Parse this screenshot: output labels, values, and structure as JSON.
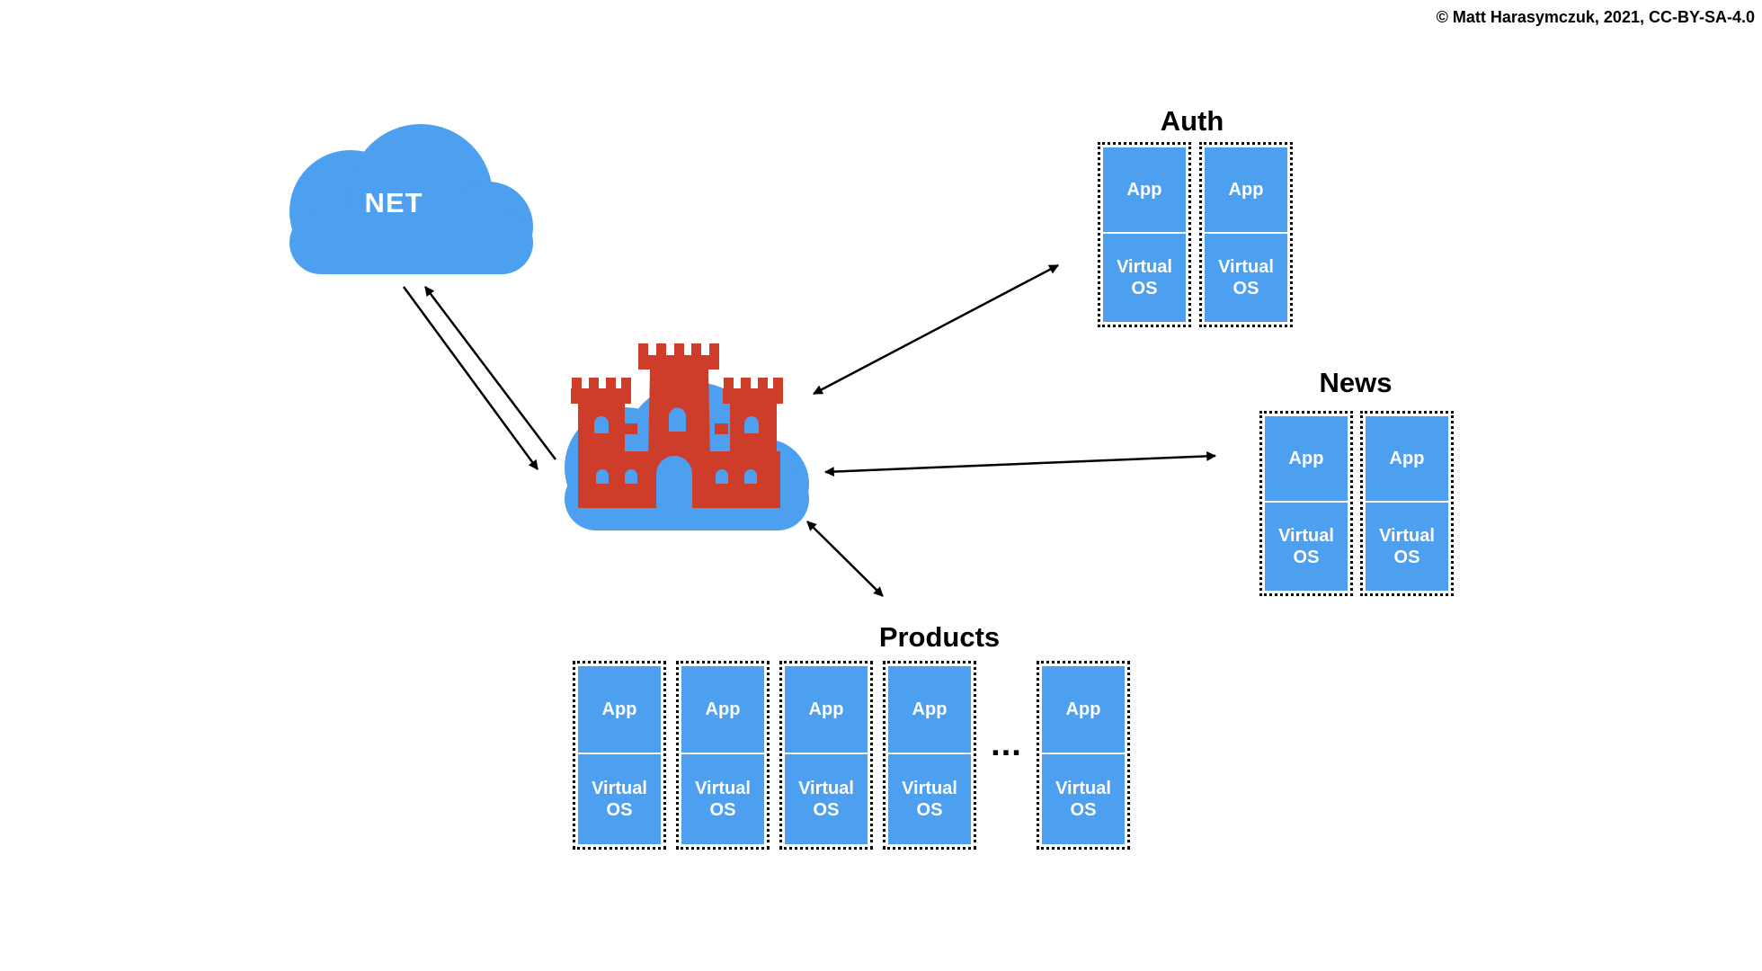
{
  "attribution": "© Matt Harasymczuk, 2021, CC-BY-SA-4.0",
  "net_cloud": {
    "label": "NET",
    "icon": "cloud-icon"
  },
  "firewall": {
    "icon": "castle-on-cloud-icon"
  },
  "groups": {
    "auth": {
      "title": "Auth",
      "stack_count": 2
    },
    "news": {
      "title": "News",
      "stack_count": 2
    },
    "products": {
      "title": "Products",
      "stack_count_visible": 5,
      "ellipsis": "..."
    }
  },
  "stack_labels": {
    "app": "App",
    "virtual_os": "Virtual OS"
  },
  "colors": {
    "blue": "#4D9FF0",
    "red": "#CE3C2A",
    "line": "#000000",
    "background": "#FFFFFF"
  }
}
